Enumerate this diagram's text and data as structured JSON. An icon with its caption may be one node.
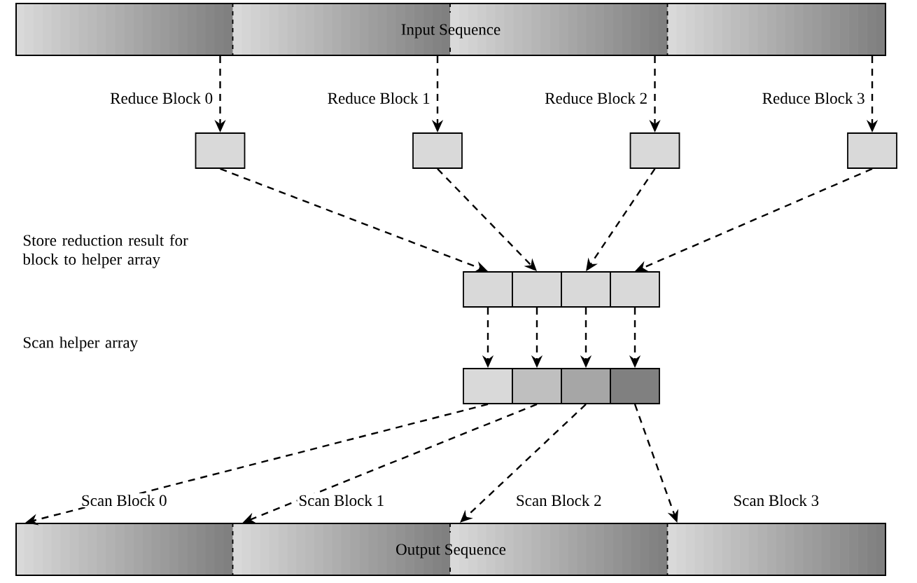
{
  "diagram": {
    "nodes": [
      {
        "text": [
          "Input Sequence"
        ]
      },
      {
        "text": [],
        "shape": "box"
      },
      {
        "text": [],
        "shape": "box"
      },
      {
        "text": [],
        "shape": "box"
      },
      {
        "text": [],
        "shape": "box"
      },
      {
        "text": [],
        "shape": "box"
      },
      {
        "text": [],
        "shape": "box"
      },
      {
        "text": [],
        "shape": "box"
      },
      {
        "text": [],
        "shape": "box"
      },
      {
        "text": [],
        "shape": "box"
      },
      {
        "text": [],
        "shape": "box"
      },
      {
        "text": [],
        "shape": "box"
      },
      {
        "text": [],
        "shape": "box"
      },
      {
        "text": [
          "Output Sequence"
        ]
      }
    ],
    "edges": [
      {
        "from": 0,
        "to": 1,
        "arrow": "to",
        "style": "dashed",
        "label": "Reduce Block 0"
      },
      {
        "from": 0,
        "to": 2,
        "arrow": "to",
        "style": "dashed",
        "label": "Reduce Block 1"
      },
      {
        "from": 0,
        "to": 3,
        "arrow": "to",
        "style": "dashed",
        "label": "Reduce Block 2"
      },
      {
        "from": 0,
        "to": 4,
        "arrow": "to",
        "style": "dashed",
        "label": "Reduce Block 3"
      },
      {
        "from": 1,
        "to": 5,
        "arrow": "to",
        "style": "dashed"
      },
      {
        "from": 2,
        "to": 6,
        "arrow": "to",
        "style": "dashed"
      },
      {
        "from": 3,
        "to": 7,
        "arrow": "to",
        "style": "dashed"
      },
      {
        "from": 4,
        "to": 8,
        "arrow": "to",
        "style": "dashed"
      },
      {
        "from": 5,
        "to": 9,
        "arrow": "to",
        "style": "dashed"
      },
      {
        "from": 6,
        "to": 10,
        "arrow": "to",
        "style": "dashed"
      },
      {
        "from": 7,
        "to": 11,
        "arrow": "to",
        "style": "dashed"
      },
      {
        "from": 8,
        "to": 12,
        "arrow": "to",
        "style": "dashed"
      },
      {
        "from": 9,
        "to": 13,
        "arrow": "to",
        "style": "dashed",
        "label": "Scan Block 0"
      },
      {
        "from": 10,
        "to": 13,
        "arrow": "to",
        "style": "dashed",
        "label": "Scan Block 1"
      },
      {
        "from": 11,
        "to": 13,
        "arrow": "to",
        "style": "dashed",
        "label": "Scan Block 2"
      },
      {
        "from": 12,
        "to": 13,
        "arrow": "to",
        "style": "dashed",
        "label": "Scan Block 3"
      }
    ],
    "labels": [
      "Store reduction result for block to helper array",
      "Scan helper array"
    ]
  }
}
